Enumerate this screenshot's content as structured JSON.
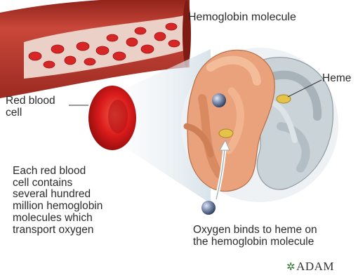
{
  "labels": {
    "molecule_title": "Hemoglobin molecule",
    "heme": "Heme",
    "red_blood_cell_line1": "Red blood",
    "red_blood_cell_line2": "cell",
    "description": [
      "Each red blood",
      "cell contains",
      "several hundred",
      "million hemoglobin",
      "molecules which",
      "transport oxygen"
    ],
    "oxygen_note_line1": "Oxygen binds to heme on",
    "oxygen_note_line2": "the hemoglobin molecule"
  },
  "logo": {
    "text": "ADAM"
  },
  "colors": {
    "vessel": "#b8342a",
    "vessel_inner": "#e7c9bf",
    "blood_cell": "#d91a1a",
    "orange_subunit": "#e8a27a",
    "gray_subunit": "#c7d1d6",
    "heme": "#e5c24a",
    "oxygen": "#5b6c8e",
    "zoom_cone": "#dbe6ec"
  }
}
